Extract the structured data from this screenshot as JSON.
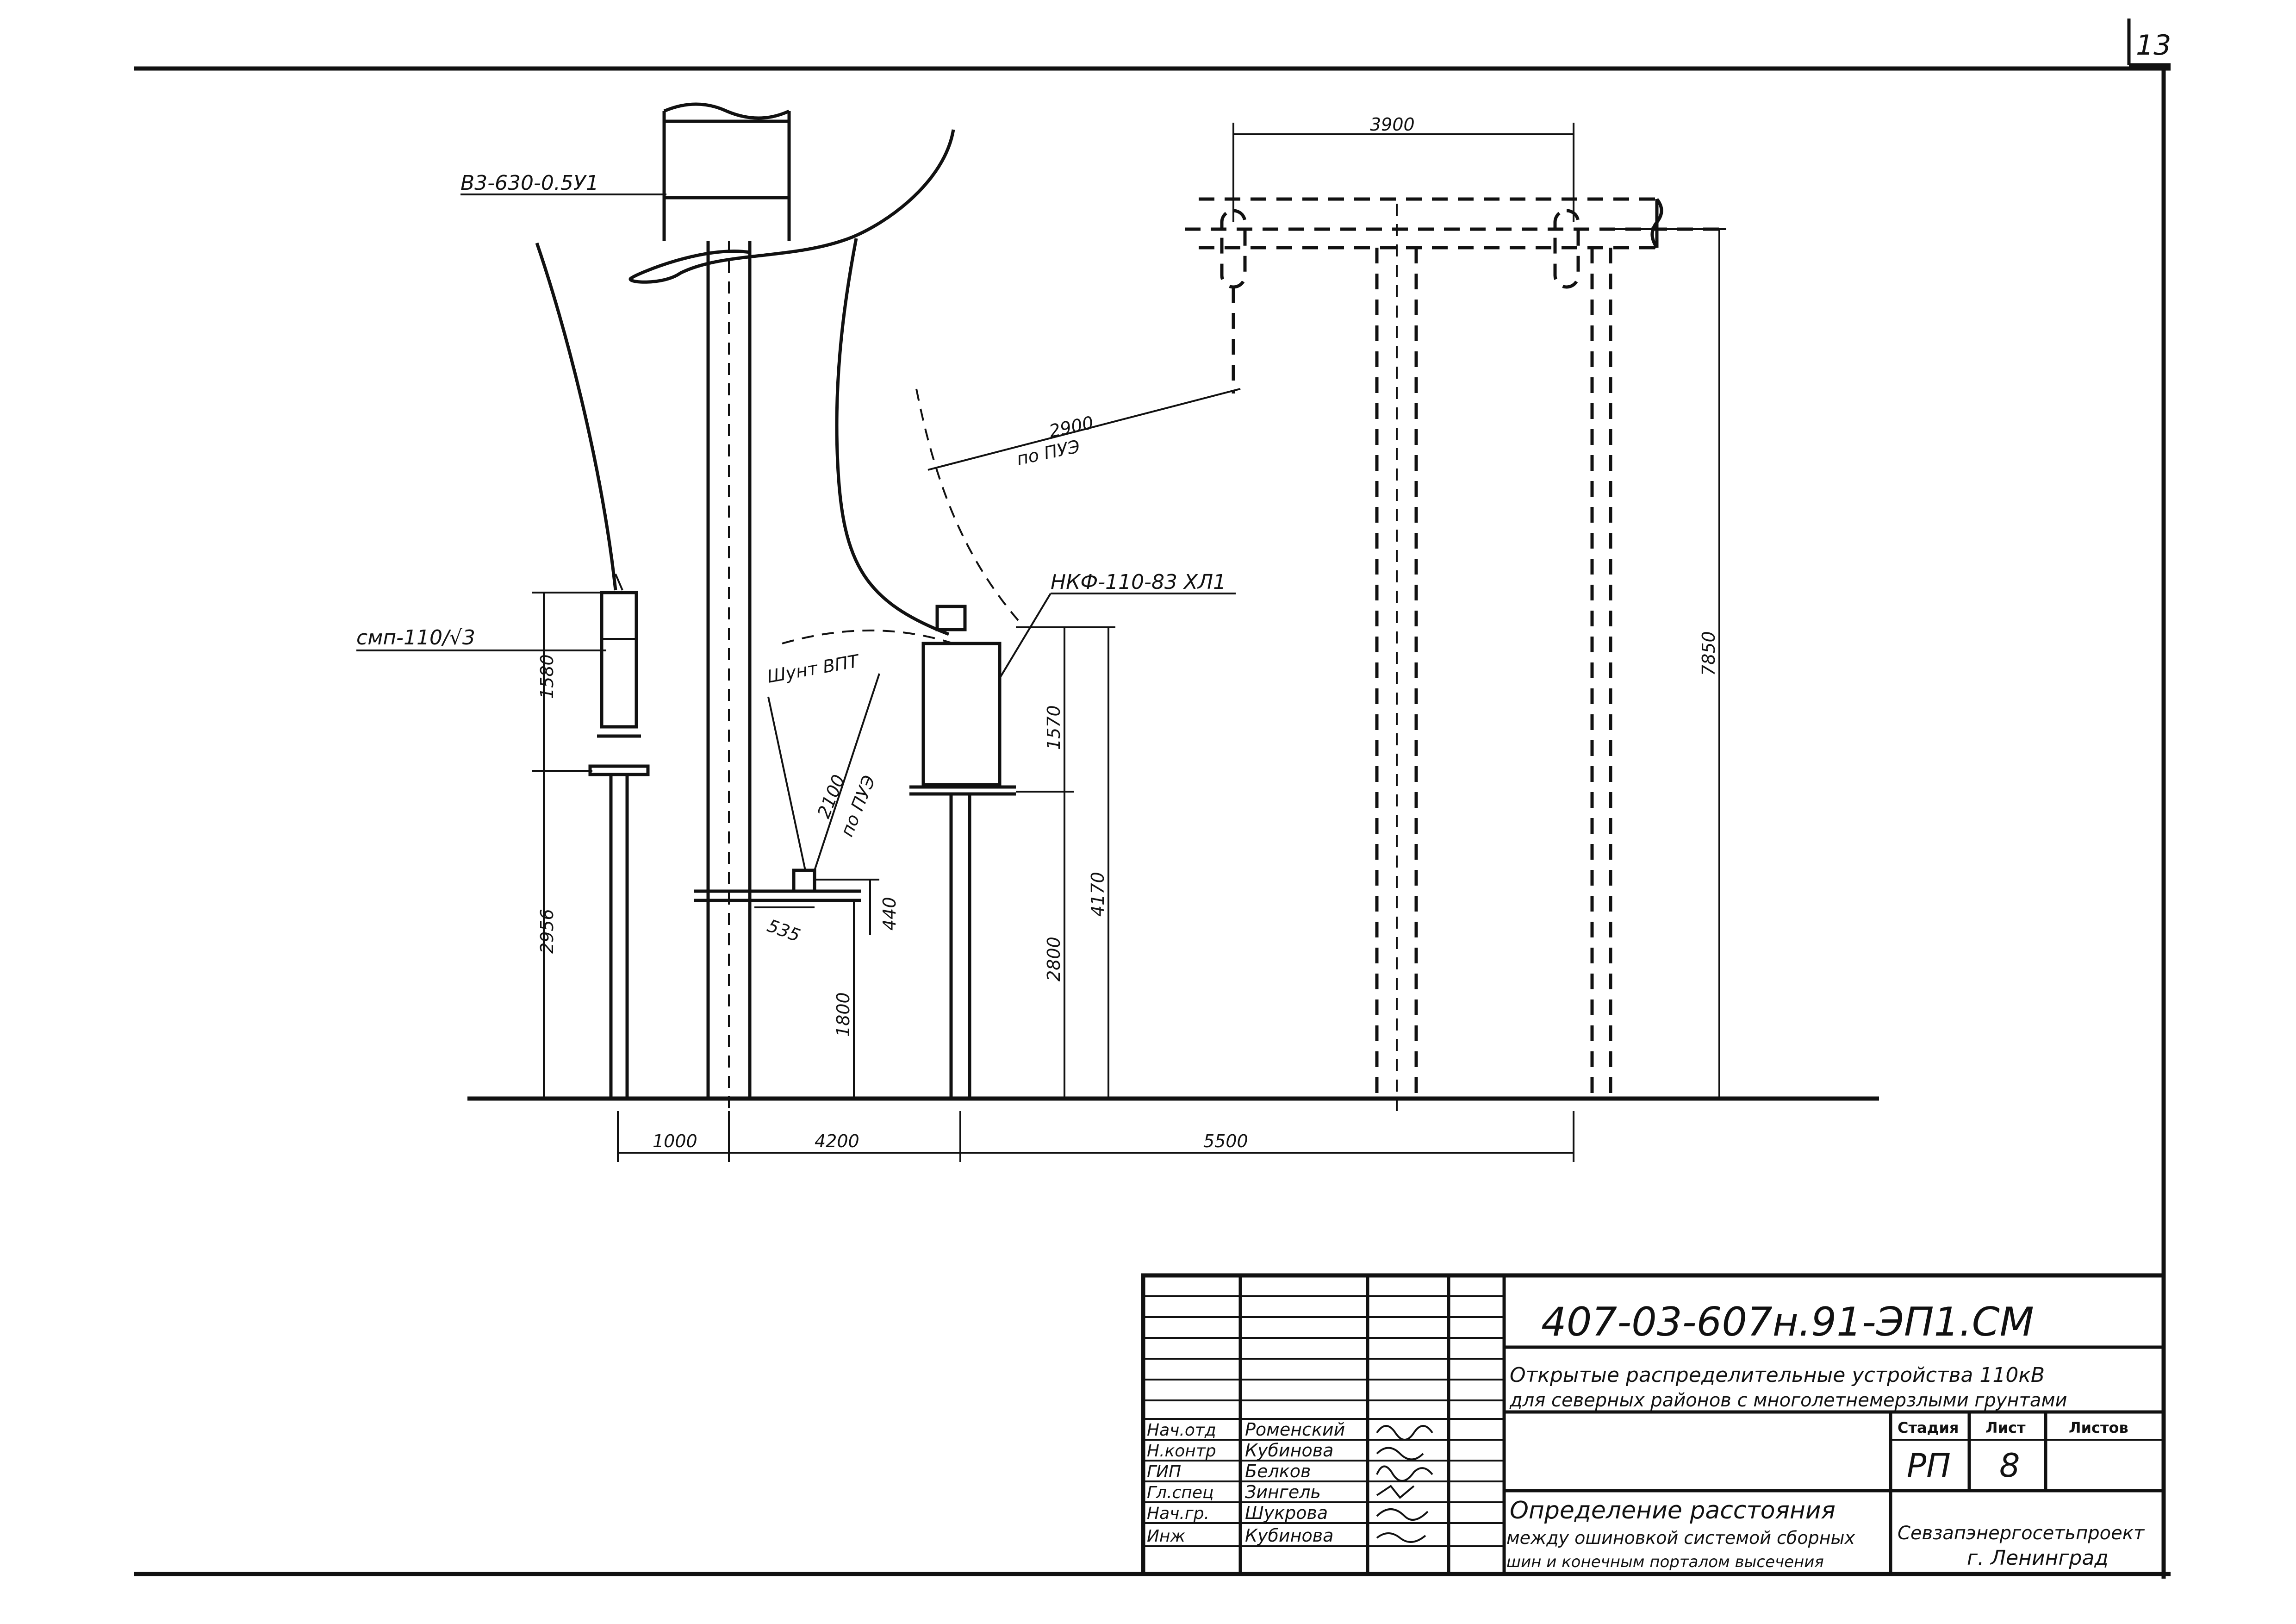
{
  "page_number": "13",
  "labels": {
    "breaker": "В3-630-0.5У1",
    "cvt": "смп-110/√3",
    "transformer": "НКФ-110-83 ХЛ1",
    "surge_arrester_label": "Шунт ВПТ"
  },
  "clearances": {
    "upper_value": "2900",
    "upper_note": "по ПУЭ",
    "lower_value": "2100",
    "lower_note": "по ПУЭ"
  },
  "dimensions": {
    "top_span": "3900",
    "height_total": "7850",
    "cvt_height": "1580",
    "cvt_base": "2956",
    "tr_height": "1570",
    "tr_total": "4170",
    "tr_base": "2800",
    "small_height": "1800",
    "small_offset": "440",
    "small_width": "535",
    "bottom_1": "1000",
    "bottom_2": "4200",
    "bottom_3": "5500"
  },
  "title_block": {
    "document_code": "407-03-607н.91-ЭП1.СМ",
    "project_title_line1": "Открытые распределительные устройства 110кВ",
    "project_title_line2": "для северных районов с многолетнемерзлыми грунтами",
    "drawing_title_line1": "Определение расстояния",
    "drawing_title_line2": "между ошиновкой системой сборных",
    "drawing_title_line3": "шин и конечным порталом высечения",
    "organization_line1": "Севзапэнергосетьпроект",
    "organization_line2": "г. Ленинград",
    "stage_header": "Стадия",
    "sheet_header": "Лист",
    "sheets_header": "Листов",
    "stage_value": "РП",
    "sheet_value": "8",
    "sheets_value": "",
    "roles": [
      {
        "role": "Нач.отд",
        "name": "Роменский"
      },
      {
        "role": "Н.контр",
        "name": "Кубинова"
      },
      {
        "role": "ГИП",
        "name": "Белков"
      },
      {
        "role": "Гл.спец",
        "name": "Зингель"
      },
      {
        "role": "Нач.гр.",
        "name": "Шукрова"
      },
      {
        "role": "Инж",
        "name": "Кубинова"
      }
    ]
  }
}
